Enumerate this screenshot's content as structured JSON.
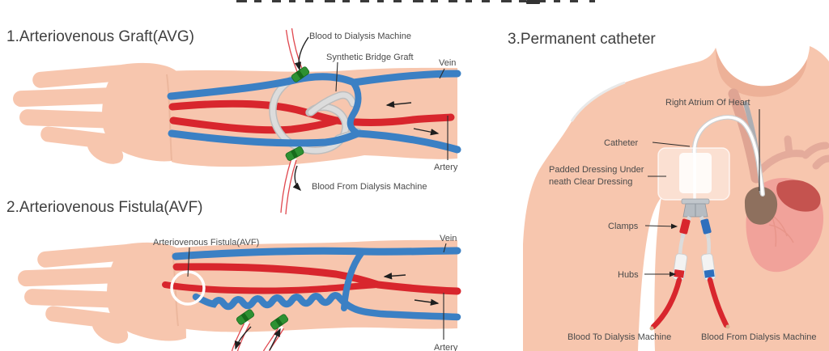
{
  "sections": [
    {
      "id": "avg",
      "heading": "1.Arteriovenous Graft(AVG)",
      "labels": {
        "blood_to": "Blood to Dialysis Machine",
        "graft": "Synthetic Bridge Graft",
        "vein": "Vein",
        "artery": "Artery",
        "blood_from": "Blood From Dialysis Machine"
      }
    },
    {
      "id": "avf",
      "heading": "2.Arteriovenous Fistula(AVF)",
      "labels": {
        "fistula": "Arteriovenous Fistula(AVF)",
        "vein": "Vein",
        "artery": "Artery"
      }
    },
    {
      "id": "permanent-catheter",
      "heading": "3.Permanent catheter",
      "labels": {
        "right_atrium": "Right Atrium Of Heart",
        "catheter": "Catheter",
        "dressing_line1": "Padded Dressing Under",
        "dressing_line2": "neath Clear Dressing",
        "clamps": "Clamps",
        "hubs": "Hubs",
        "blood_to": "Blood To Dialysis Machine",
        "blood_from": "Blood From Dialysis Machine"
      }
    }
  ],
  "colors": {
    "artery": "#d8262d",
    "vein": "#3b80c4",
    "skin": "#f7c6ae",
    "skin-shadow": "#edb198",
    "graft": "#dcdcdc",
    "clamp": "#2e9132",
    "label-text": "#4a4a4a",
    "heading-text": "#3f3f3f"
  }
}
